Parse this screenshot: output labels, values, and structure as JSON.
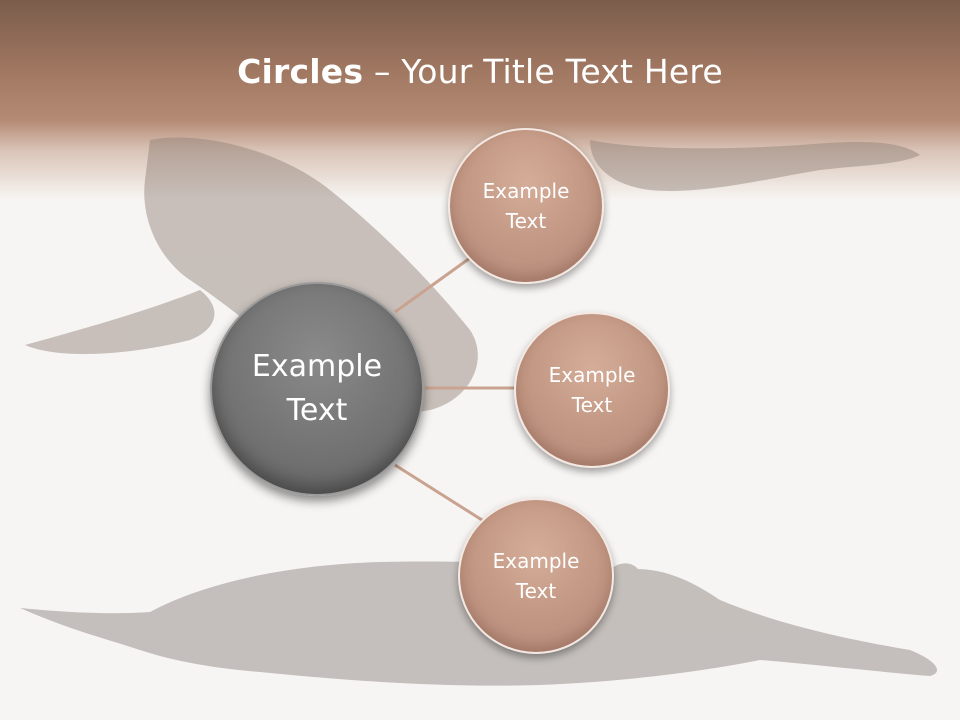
{
  "slide": {
    "title_bold": "Circles",
    "title_rest": " – Your Title Text Here",
    "center": {
      "line1": "Example",
      "line2": "Text"
    },
    "nodes": [
      {
        "line1": "Example",
        "line2": "Text"
      },
      {
        "line1": "Example",
        "line2": "Text"
      },
      {
        "line1": "Example",
        "line2": "Text"
      }
    ]
  },
  "colors": {
    "header": "#a07761",
    "node_fill": "#c19682",
    "center_fill": "#737373",
    "connector": "#c9a390"
  },
  "background_image": "sturgeon-fish-photo"
}
